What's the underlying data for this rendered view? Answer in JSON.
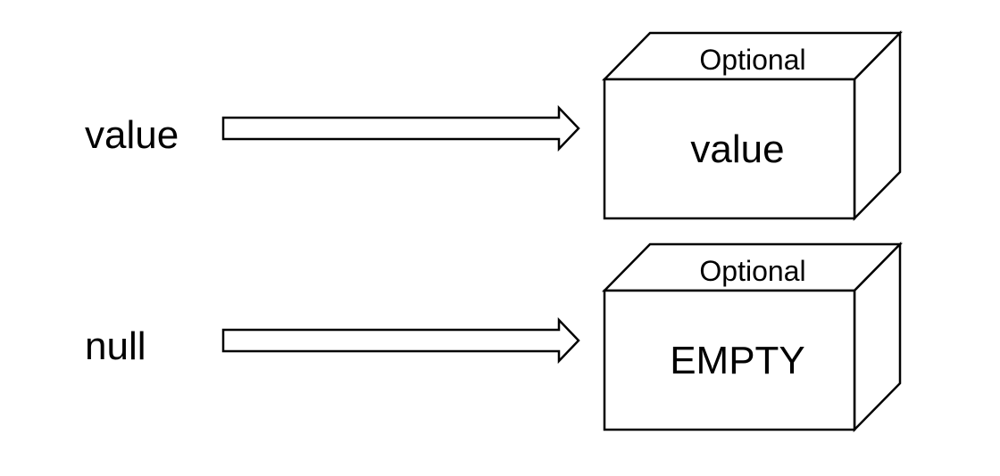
{
  "rows": [
    {
      "input_label": "value",
      "box_top_label": "Optional",
      "box_front_label": "value"
    },
    {
      "input_label": "null",
      "box_top_label": "Optional",
      "box_front_label": "EMPTY"
    }
  ],
  "colors": {
    "stroke": "#000000",
    "fill": "#ffffff"
  }
}
